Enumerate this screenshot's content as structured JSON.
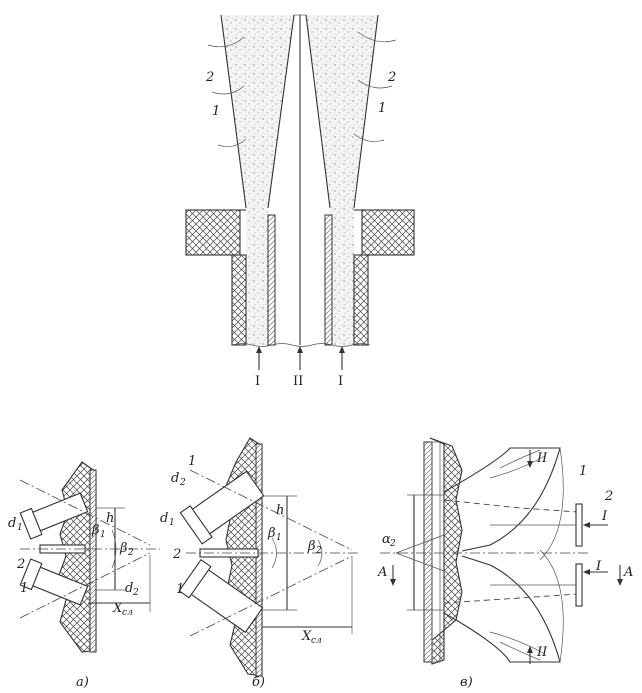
{
  "top": {
    "left_labels": [
      "2",
      "1"
    ],
    "right_labels": [
      "2",
      "1"
    ],
    "inlets": [
      "I",
      "II",
      "I"
    ]
  },
  "bottom": {
    "a": {
      "caption": "а)",
      "labels": {
        "d1": "d",
        "d1s": "1",
        "d2": "d",
        "d2s": "2",
        "b": "h",
        "beta1": "β",
        "beta1s": "1",
        "beta2": "β",
        "beta2s": "2",
        "x": "X",
        "xs": "сл",
        "n2": "2",
        "n1": "1"
      }
    },
    "b": {
      "caption": "б)",
      "labels": {
        "d2": "d",
        "d2s": "2",
        "d1": "d",
        "d1s": "1",
        "one_top": "1",
        "two": "2",
        "one_bot": "1",
        "b": "h",
        "beta1": "β",
        "beta1s": "1",
        "beta2": "β",
        "beta2s": "2",
        "x": "X",
        "xs": "сл"
      }
    },
    "c": {
      "caption": "в)",
      "labels": {
        "alpha": "α",
        "alphas": "2",
        "A_left": "A",
        "A_right": "A",
        "II_top": "II",
        "II_bot": "II",
        "one": "1",
        "two": "2",
        "I_top": "I",
        "I_bot": "I"
      }
    }
  }
}
